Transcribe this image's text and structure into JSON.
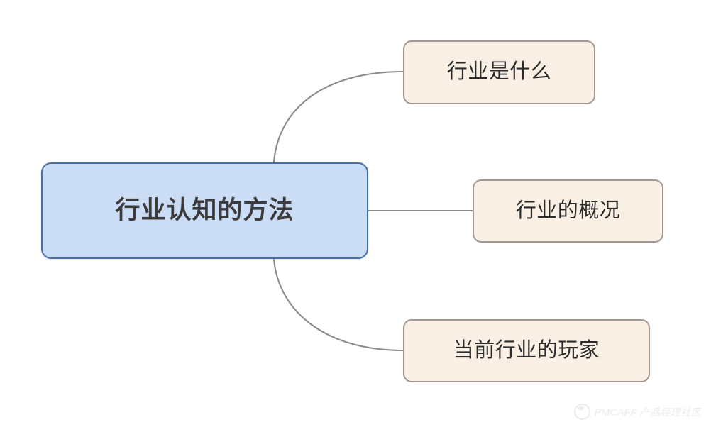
{
  "diagram": {
    "type": "mind-map",
    "background_color": "#ffffff",
    "root": {
      "label": "行业认知的方法",
      "fill_color": "#cbdcf5",
      "border_color": "#4a6ea8",
      "text_color": "#3b3b3b"
    },
    "branches": [
      {
        "label": "行业是什么",
        "fill_color": "#faefe4",
        "border_color": "#a39790",
        "text_color": "#2b2b2b",
        "connector": "curve-up"
      },
      {
        "label": "行业的概况",
        "fill_color": "#faefe4",
        "border_color": "#a39790",
        "text_color": "#2b2b2b",
        "connector": "straight"
      },
      {
        "label": "当前行业的玩家",
        "fill_color": "#faefe4",
        "border_color": "#a39790",
        "text_color": "#2b2b2b",
        "connector": "curve-down"
      }
    ],
    "connector_color": "#8a8a8a"
  },
  "watermark": {
    "logo_icon": "pmcaff-circle-logo",
    "text": "PMCAFF 产品经理社区",
    "color": "#ececec"
  }
}
